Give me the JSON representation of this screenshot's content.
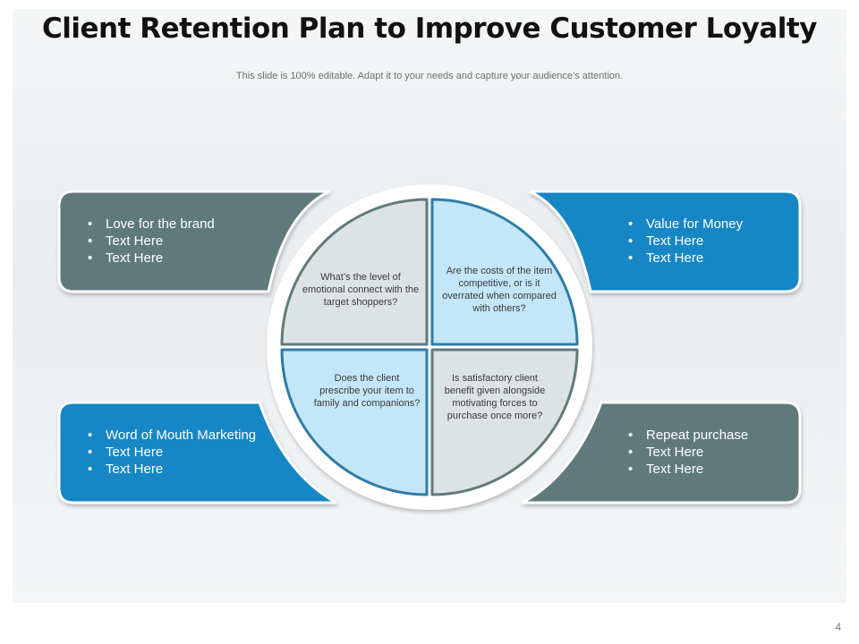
{
  "title": "Client Retention Plan to Improve Customer Loyalty",
  "subtitle": "This slide is 100% editable. Adapt it to your needs and capture your audience’s attention.",
  "page_number": "4",
  "colors": {
    "gray_panel": "#607a7b",
    "blue_panel": "#1386c4",
    "light_quadrant": "#dde3e5",
    "blue_quadrant": "#c3e6f8",
    "outline": "#2e7ca6"
  },
  "panels": {
    "top_left": {
      "items": [
        "Love for the brand",
        "Text Here",
        "Text Here"
      ]
    },
    "top_right": {
      "items": [
        "Value for Money",
        "Text Here",
        "Text Here"
      ]
    },
    "bottom_left": {
      "items": [
        "Word of Mouth Marketing",
        "Text Here",
        "Text Here"
      ]
    },
    "bottom_right": {
      "items": [
        "Repeat purchase",
        "Text Here",
        "Text Here"
      ]
    }
  },
  "quadrants": {
    "top_left": "What’s the level of emotional connect with the target shoppers?",
    "top_right": "Are the costs of the item competitive, or is it overrated when compared with others?",
    "bottom_left": "Does the client prescribe your item to family and companions?",
    "bottom_right": "Is satisfactory client benefit given alongside motivating forces to purchase once more?"
  }
}
